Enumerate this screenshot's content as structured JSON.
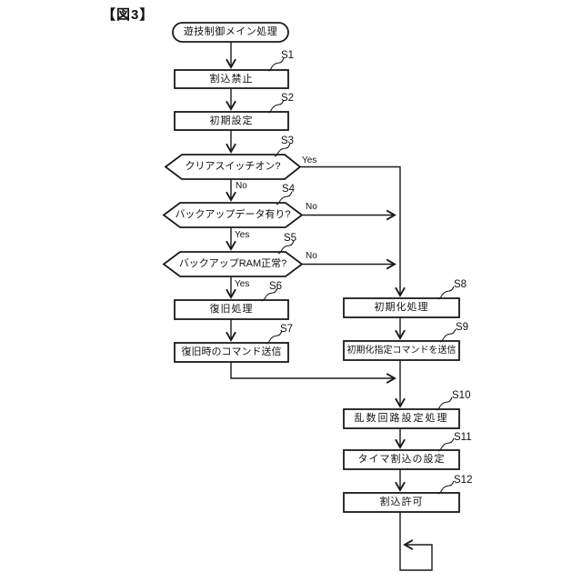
{
  "figure": {
    "title": "【図3】",
    "ink_color": "#1a1a1a",
    "background_color": "#ffffff"
  },
  "nodes": {
    "start": {
      "type": "terminal",
      "label": "遊技制御メイン処理"
    },
    "s1": {
      "step": "S1",
      "type": "process",
      "label": "割込禁止"
    },
    "s2": {
      "step": "S2",
      "type": "process",
      "label": "初期設定"
    },
    "s3": {
      "step": "S3",
      "type": "decision",
      "label": "クリアスイッチオン?"
    },
    "s4": {
      "step": "S4",
      "type": "decision",
      "label": "バックアップデータ有り?"
    },
    "s5": {
      "step": "S5",
      "type": "decision",
      "label": "バックアップRAM正常?"
    },
    "s6": {
      "step": "S6",
      "type": "process",
      "label": "復旧処理"
    },
    "s7": {
      "step": "S7",
      "type": "process",
      "label": "復旧時のコマンド送信"
    },
    "s8": {
      "step": "S8",
      "type": "process",
      "label": "初期化処理"
    },
    "s9": {
      "step": "S9",
      "type": "process",
      "label": "初期化指定コマンドを送信"
    },
    "s10": {
      "step": "S10",
      "type": "process",
      "label": "乱数回路設定処理"
    },
    "s11": {
      "step": "S11",
      "type": "process",
      "label": "タイマ割込の設定"
    },
    "s12": {
      "step": "S12",
      "type": "process",
      "label": "割込許可"
    }
  },
  "edges": {
    "s3_yes": "Yes",
    "s3_no": "No",
    "s4_yes": "Yes",
    "s4_no": "No",
    "s5_yes": "Yes",
    "s5_no": "No"
  }
}
